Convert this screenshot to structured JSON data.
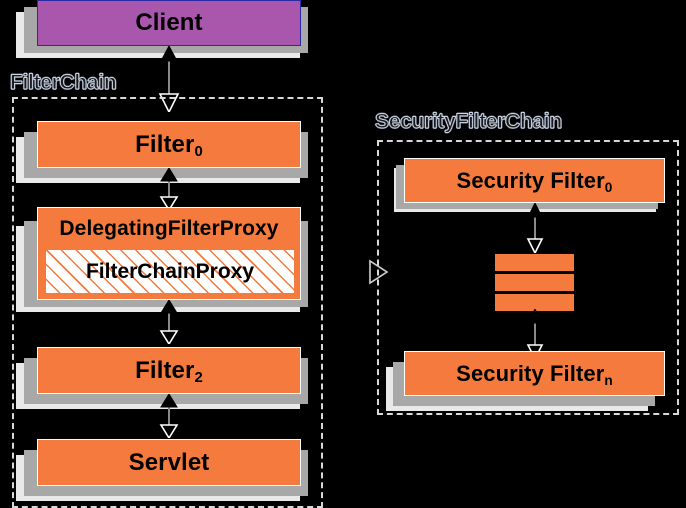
{
  "diagram": {
    "title": "Spring Security FilterChain / SecurityFilterChain",
    "background_color": "#000000",
    "colors": {
      "orange": "#f47b3d",
      "purple": "#a957ad",
      "purple_border": "#2a2aa5",
      "shadow_near": "#a8a8a8",
      "shadow_far": "#e9e9e9",
      "frame_dash": "#d8d8d8",
      "text": "#000000"
    }
  },
  "nodes": {
    "client": {
      "label": "Client"
    },
    "filter0": {
      "label": "Filter",
      "sub": "0"
    },
    "delegating_filter_proxy": {
      "label": "DelegatingFilterProxy"
    },
    "filter_chain_proxy": {
      "label": "FilterChainProxy"
    },
    "filter2": {
      "label": "Filter",
      "sub": "2"
    },
    "servlet": {
      "label": "Servlet"
    },
    "security_filter0": {
      "label": "Security Filter",
      "sub": "0"
    },
    "security_filtern": {
      "label": "Security Filter",
      "sub": "n"
    }
  },
  "groups": {
    "filter_chain": {
      "caption": "FilterChain"
    },
    "security_filter_chain": {
      "caption": "SecurityFilterChain"
    }
  },
  "connectors": {
    "client_to_filter0": {
      "type": "bidirectional-arrow"
    },
    "filter0_to_dfp": {
      "type": "bidirectional-arrow"
    },
    "fcp_to_filter2": {
      "type": "bidirectional-arrow"
    },
    "filter2_to_servlet": {
      "type": "bidirectional-arrow"
    },
    "sf0_to_ellipsis": {
      "type": "bidirectional-arrow"
    },
    "ellipsis_to_sfn": {
      "type": "bidirectional-arrow"
    },
    "fcp_to_security_chain": {
      "type": "delegation-arrowhead"
    }
  },
  "ellipsis_bars": {
    "count": 3,
    "label": "vertical-ellipsis"
  }
}
